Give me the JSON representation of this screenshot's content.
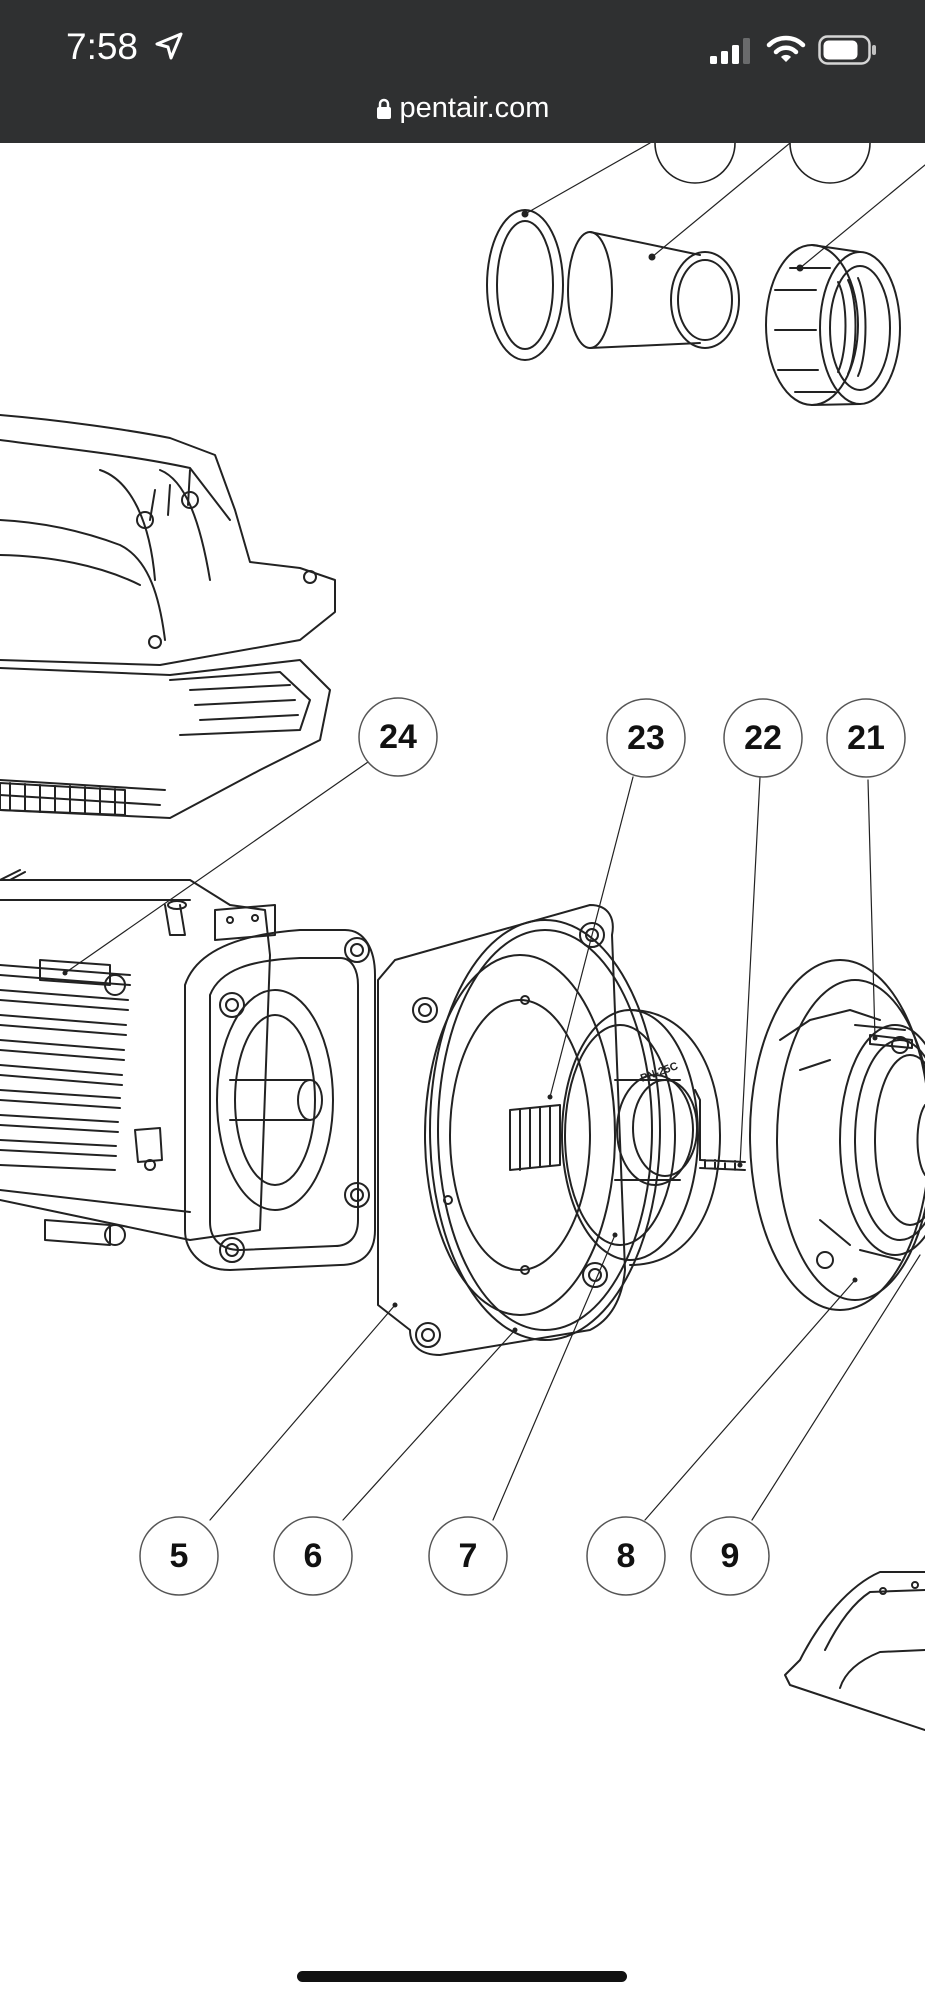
{
  "status_bar": {
    "time": "7:58"
  },
  "browser": {
    "url": "pentair.com"
  },
  "diagram": {
    "callouts": [
      "24",
      "23",
      "22",
      "21",
      "5",
      "6",
      "7",
      "8",
      "9"
    ],
    "impeller_marking": "PN-25C"
  },
  "colors": {
    "status_bar_bg": "#2f3031",
    "line": "#222222",
    "background": "#ffffff"
  }
}
